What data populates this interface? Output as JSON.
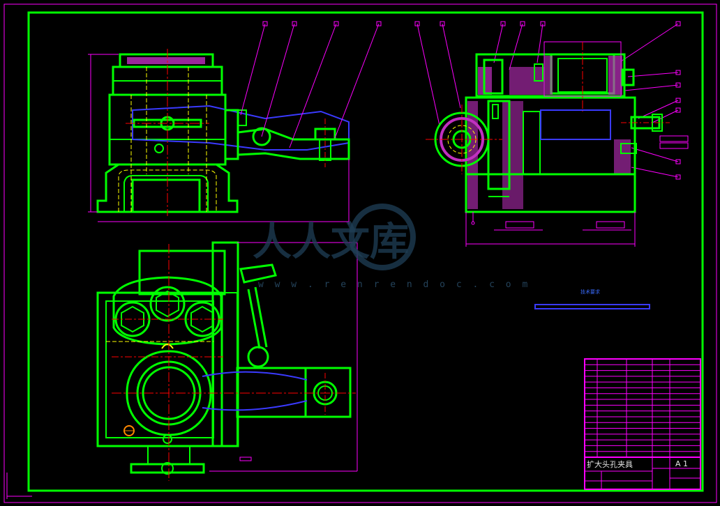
{
  "drawing": {
    "title_cn": "扩大头孔夹具",
    "sheet_size": "A 1",
    "note_text": "技术要求"
  },
  "watermark": {
    "text": "人人文库",
    "url": "w w w . r e n r e n d o c . c o m"
  },
  "colors": {
    "background": "#000000",
    "part_outline": "#00ff00",
    "dimension": "#ff00ff",
    "hidden_line": "#ffff00",
    "center_line": "#ff0000",
    "section_fill": "#ff00ff",
    "workpiece": "#3a3aff",
    "title_block": "#ff00ff"
  }
}
